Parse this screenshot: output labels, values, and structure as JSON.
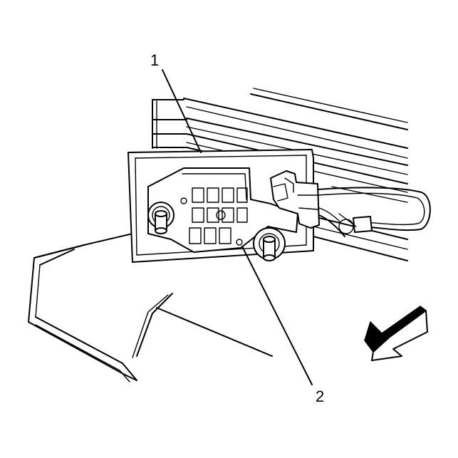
{
  "callouts": [
    {
      "id": "1",
      "label": "1",
      "target": "sensor-bracket"
    },
    {
      "id": "2",
      "label": "2",
      "target": "mounting-stud-nut"
    }
  ],
  "colors": {
    "line": "#000000",
    "background": "#ffffff",
    "arrow_dark": "#000000"
  },
  "icons": [
    "direction-arrow-icon"
  ]
}
